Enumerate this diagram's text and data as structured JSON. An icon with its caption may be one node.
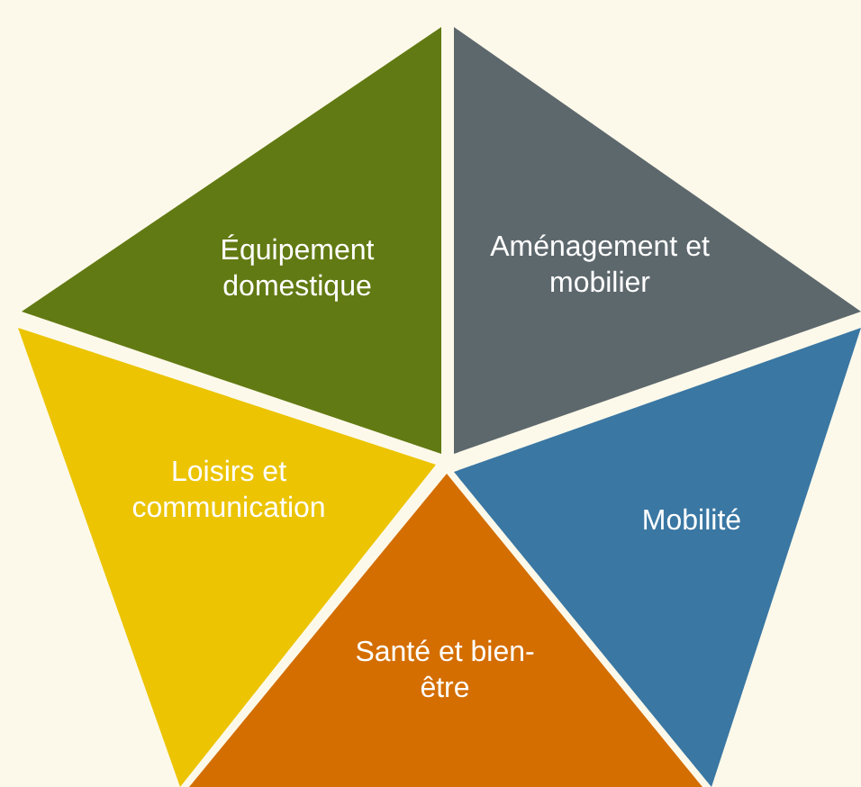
{
  "diagram": {
    "nodes": [
      {
        "text": [
          "Équipement domestique"
        ]
      },
      {
        "text": [
          "Aménagement et mobilier"
        ]
      },
      {
        "text": [
          "Loisirs et communication"
        ]
      },
      {
        "text": [
          "Mobilité"
        ]
      },
      {
        "text": [
          "Santé et bien-être"
        ]
      }
    ]
  }
}
